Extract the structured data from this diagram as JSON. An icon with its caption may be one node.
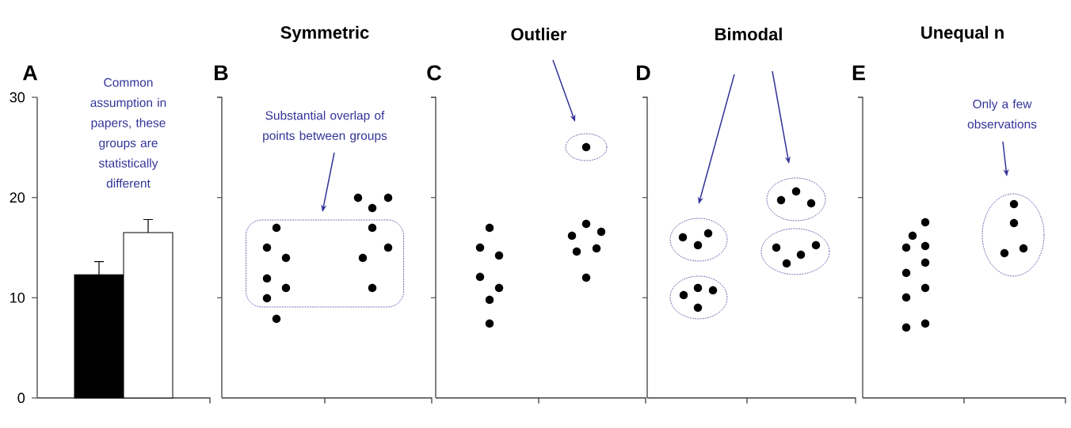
{
  "diagram": {
    "nodes": [
      {
        "text": [
          "Substantial overlap of points between groups"
        ]
      },
      {
        "text": [],
        "shape": "box"
      },
      {
        "text": [
          "Outlier"
        ]
      },
      {
        "text": [],
        "shape": "ellipse"
      },
      {
        "text": [
          "Bimodal"
        ]
      },
      {
        "text": [],
        "shape": "ellipse"
      },
      {
        "text": [],
        "shape": "ellipse"
      },
      {
        "text": [],
        "shape": "ellipse"
      },
      {
        "text": [],
        "shape": "ellipse"
      },
      {
        "text": [
          "Only a few observations"
        ]
      },
      {
        "text": [],
        "shape": "ellipse"
      }
    ],
    "edges": [
      {
        "from": 0,
        "to": 1,
        "arrow": "to"
      },
      {
        "from": 2,
        "to": 3,
        "arrow": "to"
      },
      {
        "from": 4,
        "to": 5,
        "arrow": "to"
      },
      {
        "from": 4,
        "to": 7,
        "arrow": "to"
      },
      {
        "from": 9,
        "to": 10,
        "arrow": "to"
      }
    ],
    "labels": [
      "Symmetric",
      "Unequal n",
      "A",
      "Common assumption in papers, these groups are statistically different",
      "B",
      "C",
      "D",
      "E"
    ],
    "chart_data": {
      "type": "bar",
      "categories": [
        null
      ],
      "series": [
        {
          "color": "#000000",
          "values": [
            12.3
          ]
        },
        {
          "color": "#ffffff",
          "values": [
            16.5
          ]
        }
      ],
      "ylim": [
        0,
        30
      ],
      "yticks": [
        0,
        10,
        20,
        30
      ]
    }
  }
}
